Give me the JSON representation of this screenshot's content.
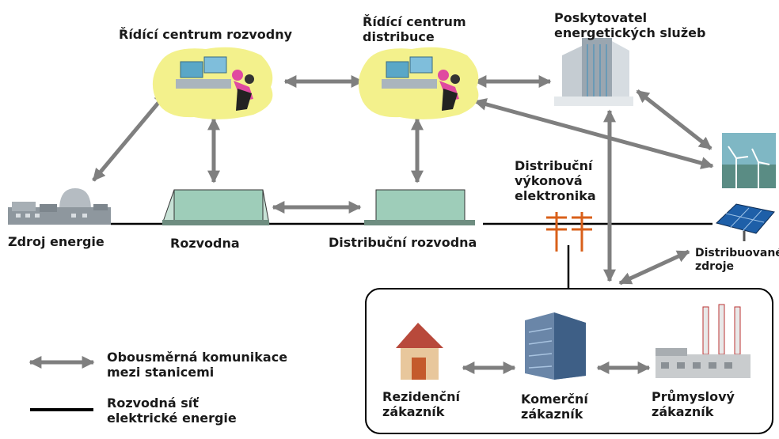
{
  "nodes": {
    "substation_control": "Řídící centrum rozvodny",
    "distribution_control": "Řídící centrum\ndistribuce",
    "provider": "Poskytovatel\nenergetických služeb",
    "energy_source": "Zdroj energie",
    "substation": "Rozvodna",
    "distribution_substation": "Distribuční rozvodna",
    "power_electronics": "Distribuční\nvýkonová\nelektronika",
    "distributed_sources": "Distribuované\nzdroje",
    "residential": "Rezidenční\nzákazník",
    "commercial": "Komerční\nzákazník",
    "industrial": "Průmyslový\nzákazník"
  },
  "legend": {
    "comm": "Obousměrná komunikace\nmezi stanicemi",
    "grid": "Rozvodná síť\nelektrické energie"
  },
  "colors": {
    "arrow": "#7f7f7f",
    "line": "#000000",
    "box": "#9ecdb9",
    "cloud": "#f3f18c",
    "pole": "#d9601a"
  }
}
